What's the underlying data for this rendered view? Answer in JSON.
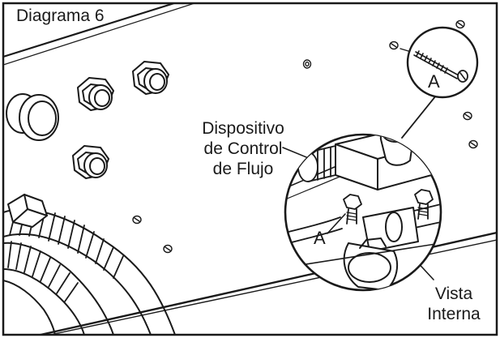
{
  "diagram": {
    "title": "Diagrama 6",
    "labels": {
      "device_line1": "Dispositivo",
      "device_line2": "de Control",
      "device_line3": "de Flujo",
      "screw_top": "A",
      "screw_bottom": "A",
      "view_line1": "Vista",
      "view_line2": "Interna"
    }
  },
  "colors": {
    "ink": "#1a1a1a",
    "paper": "#ffffff"
  }
}
